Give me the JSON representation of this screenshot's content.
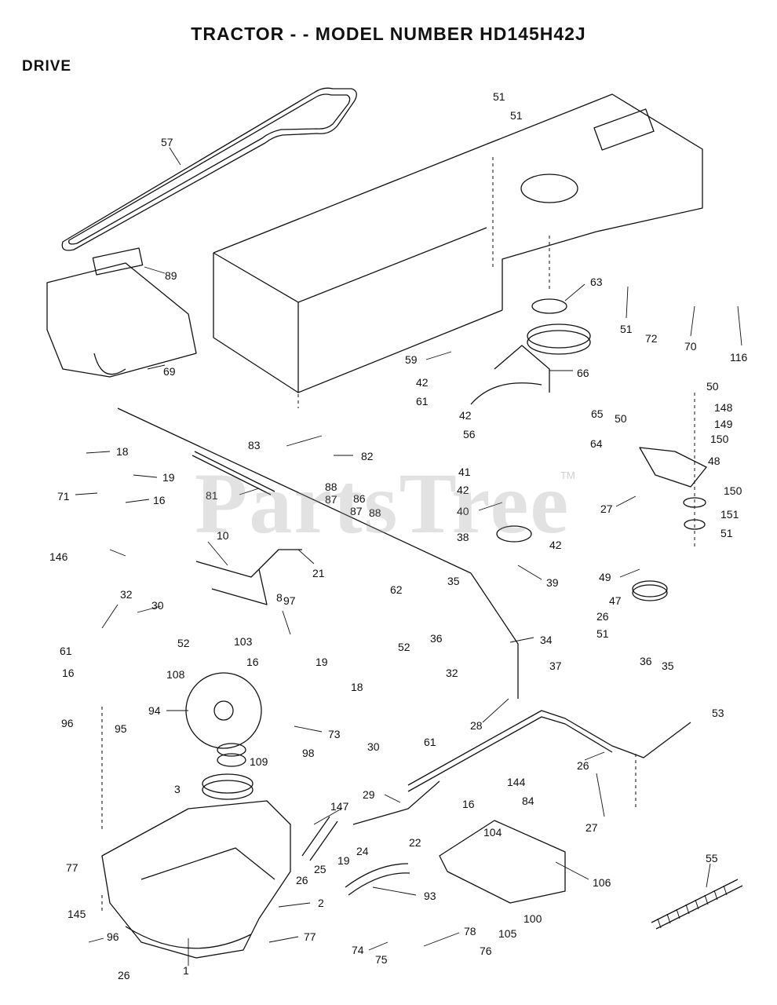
{
  "title": "TRACTOR - - MODEL NUMBER HD145H42J",
  "section": "DRIVE",
  "watermark": "PartsTree",
  "watermark_tm": "TM",
  "part_labels": [
    "57",
    "51",
    "51",
    "89",
    "69",
    "63",
    "51",
    "72",
    "70",
    "116",
    "59",
    "42",
    "61",
    "66",
    "42",
    "56",
    "65",
    "64",
    "50",
    "50",
    "148",
    "149",
    "150",
    "48",
    "18",
    "19",
    "71",
    "16",
    "83",
    "82",
    "81",
    "88",
    "87",
    "86",
    "87",
    "88",
    "41",
    "42",
    "40",
    "27",
    "150",
    "151",
    "51",
    "38",
    "42",
    "146",
    "10",
    "21",
    "8",
    "39",
    "49",
    "47",
    "26",
    "51",
    "62",
    "35",
    "36",
    "34",
    "32",
    "30",
    "61",
    "52",
    "16",
    "103",
    "97",
    "108",
    "16",
    "19",
    "18",
    "94",
    "73",
    "98",
    "52",
    "32",
    "30",
    "61",
    "37",
    "36",
    "35",
    "53",
    "96",
    "95",
    "109",
    "3",
    "28",
    "26",
    "27",
    "29",
    "22",
    "147",
    "144",
    "84",
    "16",
    "104",
    "77",
    "26",
    "25",
    "19",
    "24",
    "106",
    "93",
    "55",
    "145",
    "2",
    "100",
    "105",
    "96",
    "77",
    "74",
    "75",
    "78",
    "76",
    "26",
    "1"
  ],
  "colors": {
    "line": "#111111",
    "background": "#ffffff",
    "watermark": "#969696"
  }
}
